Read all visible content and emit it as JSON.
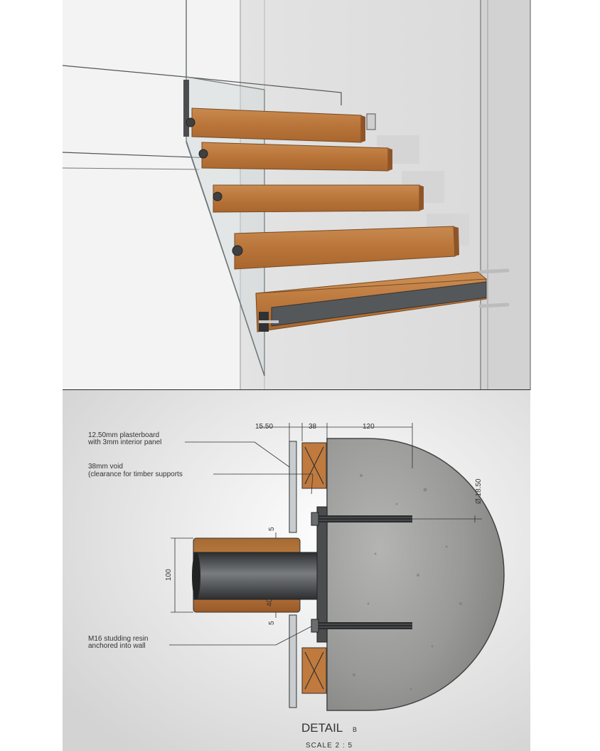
{
  "labels": {
    "plasterboard_line1": "12.50mm plasterboard",
    "plasterboard_line2": "with 3mm interior panel",
    "void_line1": "38mm void",
    "void_line2": "(clearance for timber supports",
    "stud_line1": "M16 studding resin",
    "stud_line2": "anchored into wall"
  },
  "dimensions": {
    "top_a": "15.50",
    "top_b": "38",
    "top_c": "120",
    "diameter": "Ø 18.50",
    "gap_top": "5",
    "gap_bottom": "5",
    "tread_depth": "100",
    "tread_mark": "40"
  },
  "title": {
    "main": "DETAIL",
    "suffix": "B",
    "scale": "SCALE 2 : 5"
  },
  "colors": {
    "timber": "#c07a3e",
    "timber_dark": "#9a5a28",
    "concrete": "#9a9a98",
    "steel": "#4a4c4e",
    "wall": "#e6e6e6"
  }
}
